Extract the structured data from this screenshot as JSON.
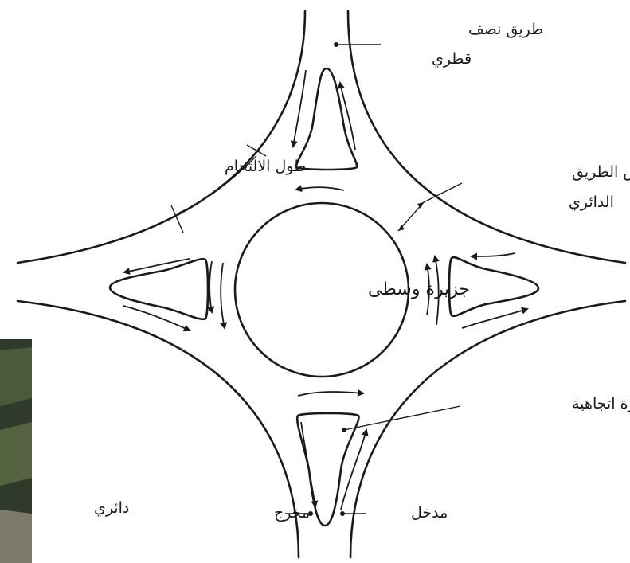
{
  "labels": {
    "half_diagonal_road": "طريق نصف قطري",
    "merge_length": "طول الالتحام",
    "circular_road_width": "عرض الطريق الدائري",
    "central_island": "جزيرة وسطى",
    "splitter_island": "جزيرة اتجاهية",
    "entry": "مدخل",
    "exit": "مخرج",
    "photo_caption": "دائري"
  },
  "colors": {
    "line": "#1a1a1a",
    "background": "#ffffff",
    "photo_dark": "#2f3a2a"
  }
}
